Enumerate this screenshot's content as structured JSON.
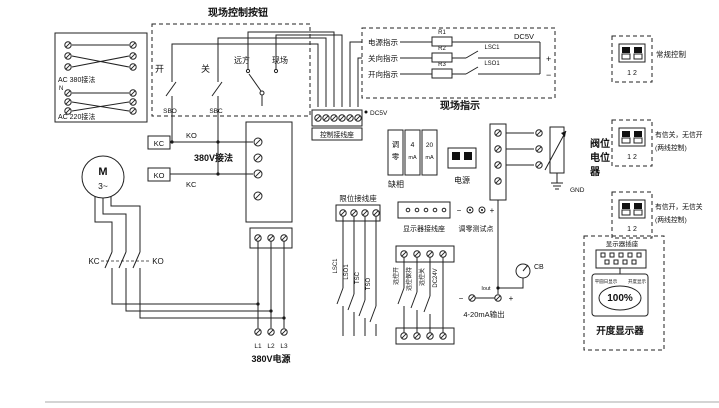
{
  "colors": {
    "line": "#222222",
    "background": "#ffffff"
  },
  "power_box": {
    "ac380": "AC 380接法",
    "n": "N",
    "ac220": "AC 220接法"
  },
  "field_control": {
    "title": "现场控制按钮",
    "open": "开",
    "close": "关",
    "remote": "远方",
    "local": "现场",
    "sbo": "SBO",
    "sbc": "SBC"
  },
  "field_indication": {
    "title": "现场指示",
    "row1": "电源指示",
    "row2": "关向指示",
    "row3": "开向指示",
    "r1": "R1",
    "r2": "R2",
    "r3": "R3",
    "lsc1": "LSC1",
    "lso1": "LSO1",
    "dc5v": "DC5V",
    "plus": "+",
    "minus": "−"
  },
  "dip1": {
    "pins": "1 2",
    "label": "常规控制"
  },
  "dip2": {
    "pins": "1 2",
    "label1": "有信关，无信开",
    "label2": "(两线控制)"
  },
  "dip3": {
    "pins": "1 2",
    "label1": "有信开，无信关",
    "label2": "(两线控制)"
  },
  "potentiometer": {
    "line1": "阀位",
    "line2": "电位",
    "line3": "器",
    "gnd": "GND"
  },
  "motor": {
    "m": "M",
    "phase": "3~"
  },
  "contactor": {
    "kc_box": "KC",
    "ko_label": "KO",
    "wiring": "380V接法",
    "ko_box": "KO",
    "kc_label": "KC",
    "kc_contact": "KC",
    "ko_contact": "KO"
  },
  "control_strip": {
    "label": "控制接线座",
    "dc5v": "DC5V"
  },
  "modules": {
    "m1_top": "调",
    "m1_bottom": "零",
    "m2_top": "4",
    "m2_bottom": "mA",
    "m3_top": "20",
    "m3_bottom": "mA",
    "phase_loss": "缺相",
    "power": "电源"
  },
  "limit": {
    "label": "限位接线座",
    "sw1": "LSC1",
    "sw2": "LSO1",
    "sw3": "TSC",
    "sw4": "TSO"
  },
  "display_strip": {
    "label": "显示器接线座"
  },
  "zero_test": {
    "label": "调零测试点",
    "plus": "+",
    "minus": "−"
  },
  "power_in": {
    "l1": "L1",
    "l2": "L2",
    "l3": "L3",
    "label": "380V电源"
  },
  "remote": {
    "sw1": "远控开",
    "sw2": "远控保持",
    "sw3": "远控关",
    "dc": "DC24V"
  },
  "output": {
    "iout": "Iout",
    "cb": "CB",
    "label": "4-20mA输出",
    "plus": "+",
    "minus": "−"
  },
  "display": {
    "socket": "显示器插座",
    "value": "100%",
    "tiny_left": "平圆日显示",
    "tiny_right": "开度显示",
    "label": "开度显示器"
  }
}
